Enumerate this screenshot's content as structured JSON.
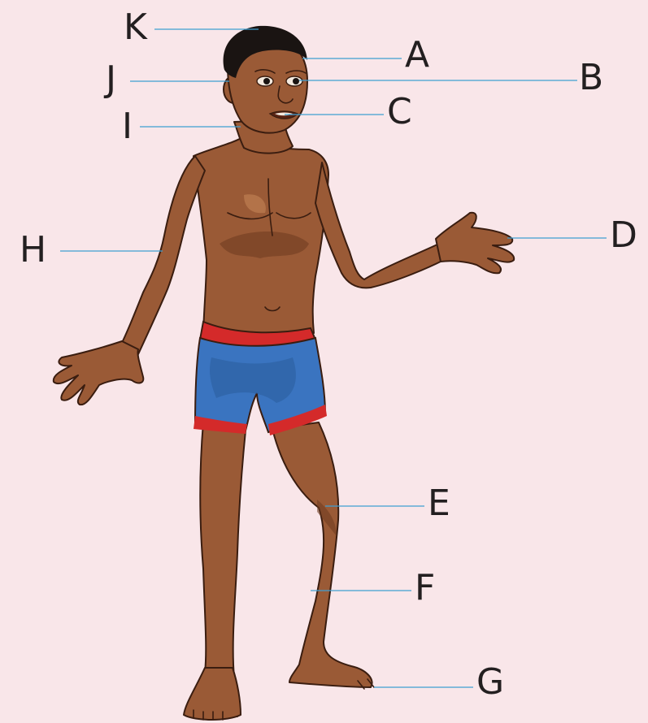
{
  "labels": {
    "A": "A",
    "B": "B",
    "C": "C",
    "D": "D",
    "E": "E",
    "F": "F",
    "G": "G",
    "H": "H",
    "I": "I",
    "J": "J",
    "K": "K"
  },
  "colors": {
    "background": "#f9e6e9",
    "leader_line": "#3f9fd2",
    "label_text": "#231f20",
    "skin": "#9a5a36",
    "hair": "#1a1412",
    "shorts_blue": "#3a74c0",
    "shorts_trim": "#d42a2a"
  }
}
